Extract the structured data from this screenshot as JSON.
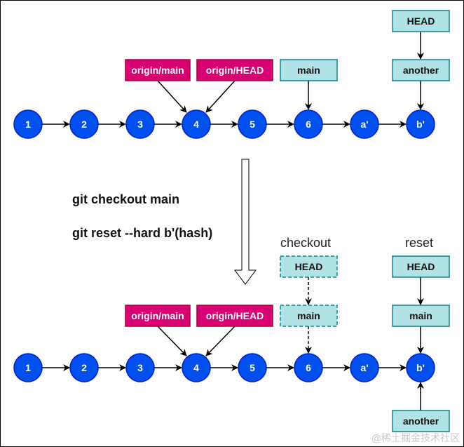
{
  "colors": {
    "commit_fill": "#0050ef",
    "commit_stroke": "#001dbc",
    "remote_fill": "#d80073",
    "remote_stroke": "#a50040",
    "branch_fill": "#b0e3e6",
    "branch_stroke": "#0e8088"
  },
  "top": {
    "commits": [
      "1",
      "2",
      "3",
      "4",
      "5",
      "6",
      "a'",
      "b'"
    ],
    "labels": {
      "origin_main": "origin/main",
      "origin_head": "origin/HEAD",
      "main": "main",
      "head": "HEAD",
      "another": "another"
    }
  },
  "commands": [
    "git checkout main",
    "git reset --hard b'(hash)"
  ],
  "bottom": {
    "commits": [
      "1",
      "2",
      "3",
      "4",
      "5",
      "6",
      "a'",
      "b'"
    ],
    "captions": {
      "checkout": "checkout",
      "reset": "reset"
    },
    "labels": {
      "origin_main": "origin/main",
      "origin_head": "origin/HEAD",
      "checkout_head": "HEAD",
      "checkout_main": "main",
      "reset_head": "HEAD",
      "reset_main": "main",
      "another": "another"
    }
  },
  "watermark": "@稀土掘金技术社区"
}
